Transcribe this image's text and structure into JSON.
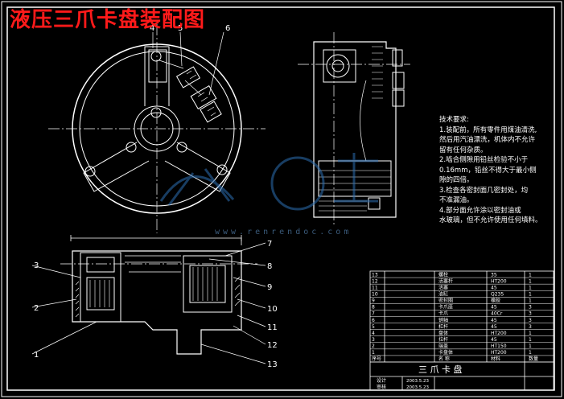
{
  "title": "液压三爪卡盘装配图",
  "callouts": [
    "1",
    "2",
    "3",
    "4",
    "5",
    "6",
    "7",
    "8",
    "9",
    "10",
    "11",
    "12",
    "13"
  ],
  "tech_notes": {
    "heading": "技术要求:",
    "lines": [
      "1.装配前，所有零件用煤油清洗,",
      "然后用汽油漂洗，机体内不允许",
      "留有任何杂质。",
      "2.啮合侧隙用铅丝检验不小于",
      "0.16mm，铅丝不得大于最小侧",
      "隙的四倍。",
      "3.检查各密封面几密封处，均",
      "不准漏油。",
      "4.部分面允许涂以密封油或",
      "水玻璃，但不允许使用任何填料。"
    ]
  },
  "title_block": {
    "drawing_name": "三 爪 卡 盘",
    "rows": [
      {
        "no": "13",
        "name": "螺栓",
        "qty": "1",
        "material": "35"
      },
      {
        "no": "12",
        "name": "活塞杆",
        "qty": "1",
        "material": "HT200"
      },
      {
        "no": "11",
        "name": "活塞",
        "qty": "1",
        "material": "45"
      },
      {
        "no": "10",
        "name": "油缸",
        "qty": "1",
        "material": "Q235"
      },
      {
        "no": "9",
        "name": "密封圈",
        "qty": "1",
        "material": "橡胶"
      },
      {
        "no": "8",
        "name": "卡爪座",
        "qty": "3",
        "material": "45"
      },
      {
        "no": "7",
        "name": "卡爪",
        "qty": "3",
        "material": "40Cr"
      },
      {
        "no": "6",
        "name": "销轴",
        "qty": "3",
        "material": "45"
      },
      {
        "no": "5",
        "name": "杠杆",
        "qty": "3",
        "material": "45"
      },
      {
        "no": "4",
        "name": "盘体",
        "qty": "1",
        "material": "HT200"
      },
      {
        "no": "3",
        "name": "拉杆",
        "qty": "1",
        "material": "45"
      },
      {
        "no": "2",
        "name": "端盖",
        "qty": "1",
        "material": "HT150"
      },
      {
        "no": "1",
        "name": "卡盘体",
        "qty": "1",
        "material": "HT200"
      }
    ],
    "header": {
      "no": "序号",
      "name": "名 称",
      "qty": "数量",
      "material": "材料"
    },
    "sign_rows": [
      "设计",
      "审核"
    ],
    "dates": [
      "2003.5.23",
      "2003.5.23"
    ]
  },
  "watermark_text": "www.renrendoc.com",
  "colors": {
    "background": "#000000",
    "line": "#ffffff",
    "title": "#ff1a1a",
    "watermark": "#2d6fb3"
  }
}
